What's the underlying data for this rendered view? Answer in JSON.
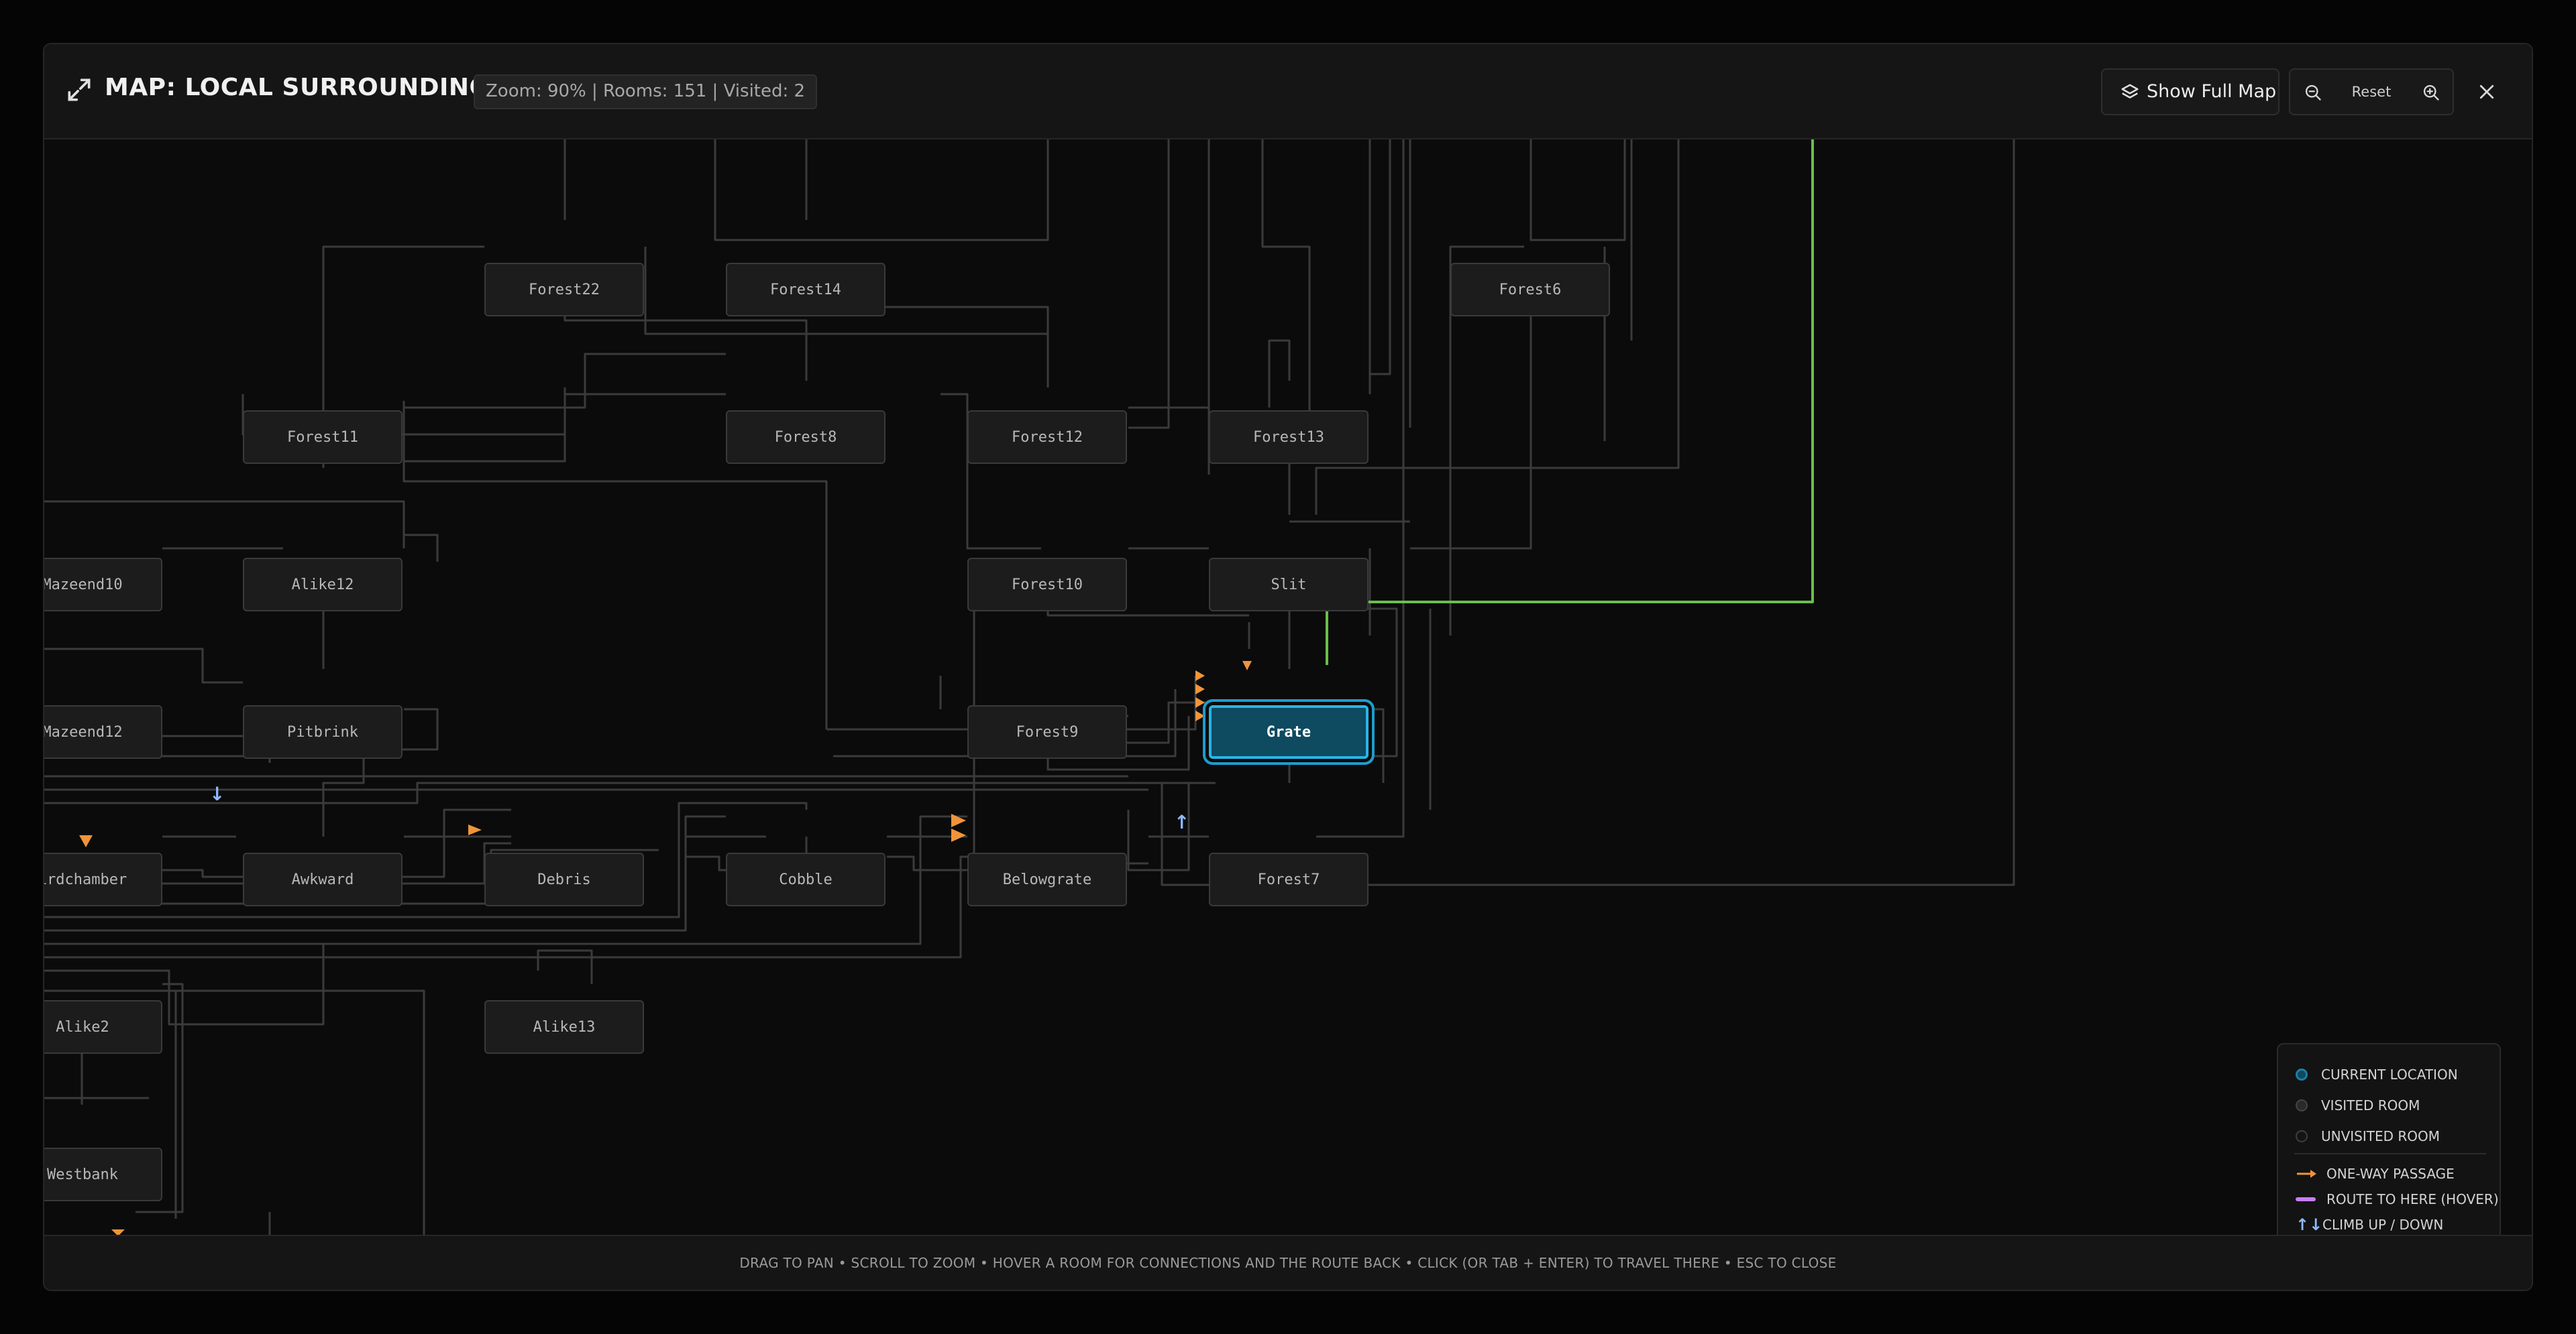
{
  "header": {
    "title": "MAP: LOCAL SURROUNDINGS",
    "stats": "Zoom: 90% | Rooms: 151 | Visited: 2",
    "show_full_map_label": "Show Full Map",
    "reset_label": "Reset"
  },
  "rooms": {
    "forest22": "Forest22",
    "forest14": "Forest14",
    "forest6": "Forest6",
    "forest11": "Forest11",
    "forest8": "Forest8",
    "forest12": "Forest12",
    "forest13": "Forest13",
    "mazeend10": "Mazeend10",
    "alike12": "Alike12",
    "forest10": "Forest10",
    "slit": "Slit",
    "mazeend12": "Mazeend12",
    "pitbrink": "Pitbrink",
    "forest9": "Forest9",
    "grate": "Grate",
    "birdchamber": "irdchamber",
    "awkward": "Awkward",
    "debris": "Debris",
    "cobble": "Cobble",
    "belowgrate": "Belowgrate",
    "forest7": "Forest7",
    "alike2": "Alike2",
    "alike13": "Alike13",
    "westbank": "Westbank"
  },
  "legend": {
    "current": "CURRENT LOCATION",
    "visited": "VISITED ROOM",
    "unvisited": "UNVISITED ROOM",
    "one_way": "ONE-WAY PASSAGE",
    "route": "ROUTE TO HERE (HOVER)",
    "climb": "CLIMB UP / DOWN"
  },
  "colors": {
    "current_fill": "#0e4a60",
    "current_border": "#29b5e6",
    "one_way": "#f0943a",
    "route": "#c77dff",
    "active_path": "#6abf4b",
    "climb": "#8fb8ff"
  },
  "footer": {
    "hint": "DRAG TO PAN • SCROLL TO ZOOM • HOVER A ROOM FOR CONNECTIONS AND THE ROUTE BACK • CLICK (OR TAB + ENTER) TO TRAVEL THERE • ESC TO CLOSE"
  }
}
